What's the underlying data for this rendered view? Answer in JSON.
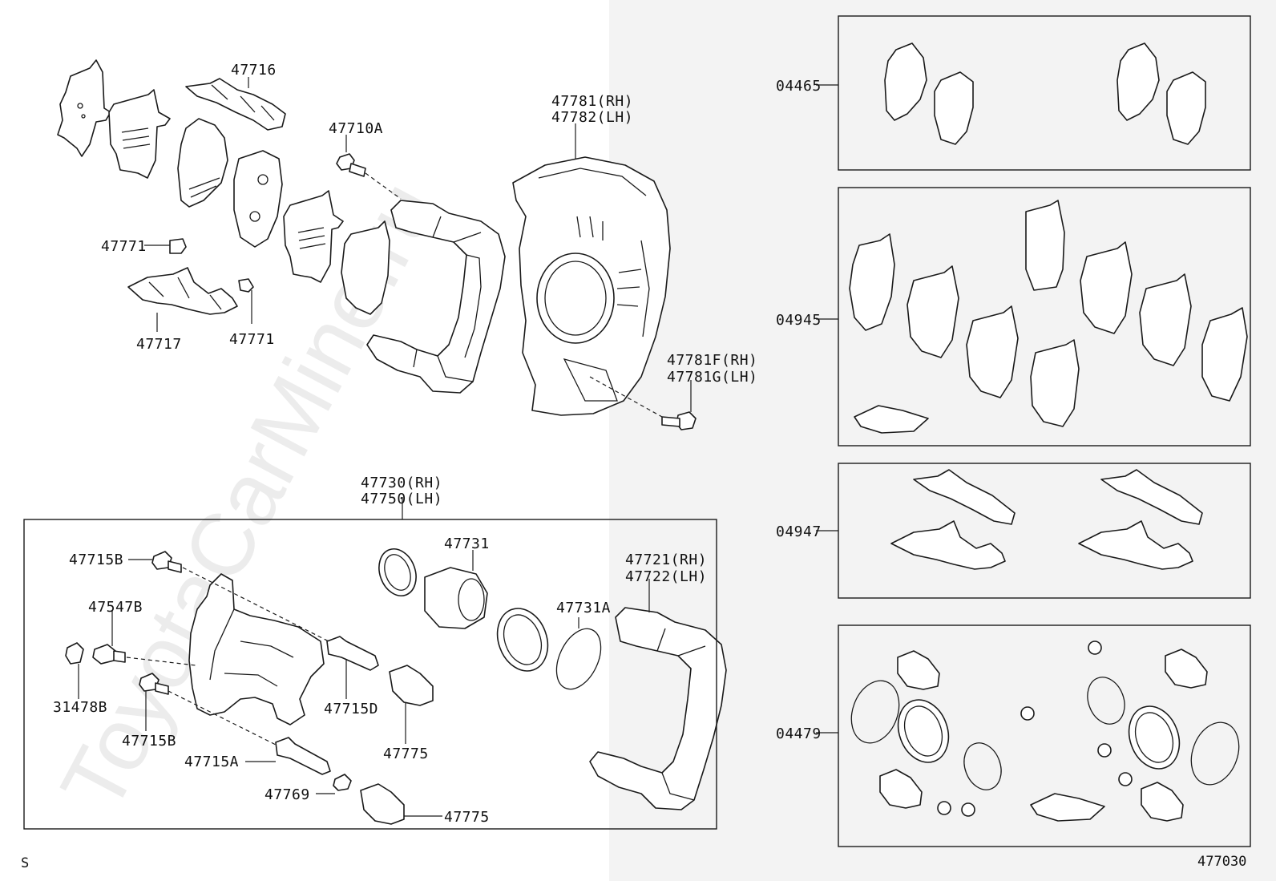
{
  "watermark": "ToyotaCarMine.ru",
  "diagram_code": "477030",
  "corner_mark": "S",
  "parts": {
    "p47716": "47716",
    "p47710A": "47710A",
    "p47781": "47781(RH)",
    "p47782": "47782(LH)",
    "p47771a": "47771",
    "p47771b": "47771",
    "p47717": "47717",
    "p47781F": "47781F(RH)",
    "p47781G": "47781G(LH)",
    "p47730": "47730(RH)",
    "p47750": "47750(LH)",
    "p47731": "47731",
    "p47721": "47721(RH)",
    "p47722": "47722(LH)",
    "p47715B_top": "47715B",
    "p47547B": "47547B",
    "p31478B": "31478B",
    "p47715B_bot": "47715B",
    "p47715D": "47715D",
    "p47775a": "47775",
    "p47731A": "47731A",
    "p47715A": "47715A",
    "p47769": "47769",
    "p47775b": "47775"
  },
  "kits": {
    "k04465": "04465",
    "k04945": "04945",
    "k04947": "04947",
    "k04479": "04479"
  },
  "colors": {
    "line": "#1a1a1a",
    "shade": "#f2f2f2",
    "watermark": "#ececec"
  }
}
